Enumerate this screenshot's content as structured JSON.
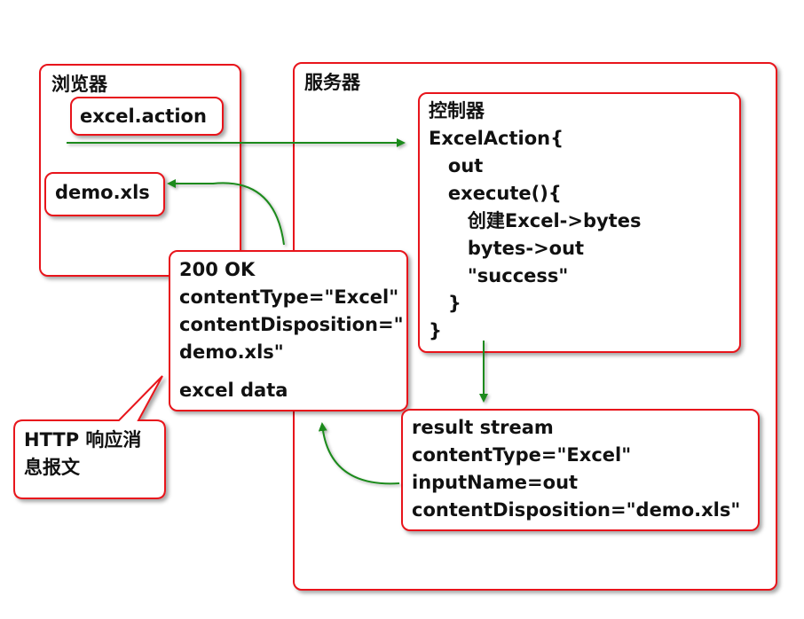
{
  "browser": {
    "title": "浏览器",
    "request": "excel.action",
    "file": "demo.xls"
  },
  "server": {
    "title": "服务器"
  },
  "controller": {
    "lines": [
      "控制器",
      "ExcelAction{",
      "   out",
      "   execute(){",
      "      创建Excel->bytes",
      "      bytes->out",
      "      \"success\"",
      "   }",
      "}"
    ]
  },
  "response": {
    "lines": [
      "200 OK",
      "contentType=\"Excel\"",
      "contentDisposition=\"",
      "demo.xls\""
    ],
    "data": "excel data"
  },
  "result": {
    "lines": [
      "result stream",
      "contentType=\"Excel\"",
      "inputName=out",
      "contentDisposition=\"demo.xls\""
    ]
  },
  "callout": {
    "lines": [
      "HTTP 响应消",
      "息报文"
    ]
  },
  "colors": {
    "border": "#e8141b",
    "arrow": "#1a8a1a"
  }
}
